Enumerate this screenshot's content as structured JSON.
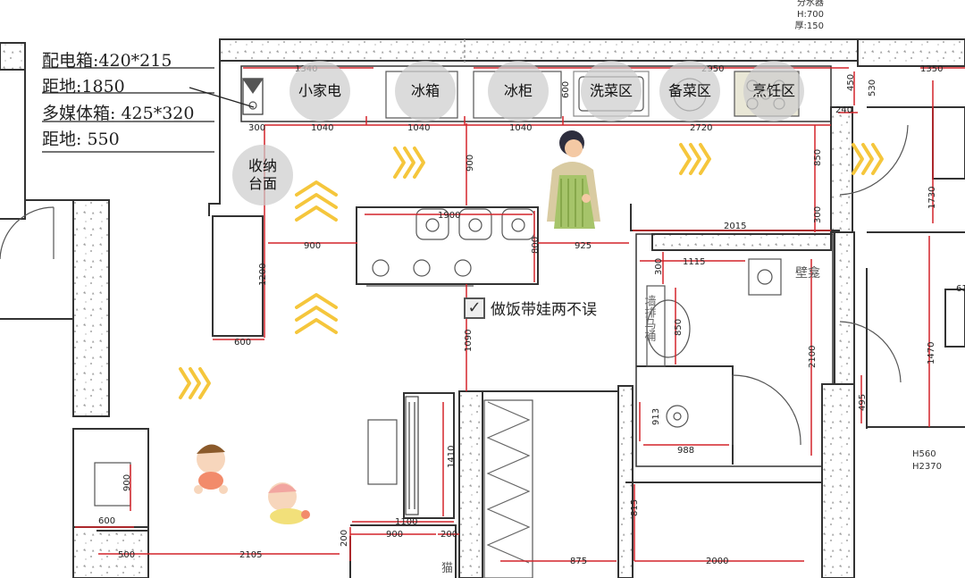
{
  "notes": {
    "line1": "配电箱:420*215",
    "line2": "距地:1850",
    "line3": "多媒体箱: 425*320",
    "line4": "距地: 550"
  },
  "corner_notes": {
    "line1": "分水器",
    "line2": "H:700",
    "line3": "厚:150"
  },
  "zone_labels": {
    "small_appliance": "小家电",
    "fridge": "冰箱",
    "freezer": "冰柜",
    "wash": "洗菜区",
    "prep": "备菜区",
    "cook": "烹饪区",
    "storage_line1": "收纳",
    "storage_line2": "台面"
  },
  "tagline": "做饭带娃两不误",
  "checkmark": "✓",
  "wall_labels": {
    "niche": "壁龛",
    "wall_toilet": "墙排马桶",
    "cat": "猫"
  },
  "side_heights": {
    "h1": "H560",
    "h2": "H2370"
  },
  "dimensions": {
    "d1340": "1340",
    "d2950": "2950",
    "d1350": "1350",
    "d300": "300",
    "d1040a": "1040",
    "d1040b": "1040",
    "d1040c": "1040",
    "d2720": "2720",
    "d600v": "600",
    "d450": "450",
    "d530": "530",
    "d240": "240",
    "d900v": "900",
    "d850": "850",
    "d300v": "300",
    "d1730": "1730",
    "d1900": "1900",
    "d900h": "900",
    "d800": "800",
    "d925": "925",
    "d2015": "2015",
    "d1200": "1200",
    "d600h": "600",
    "d1090": "1090",
    "d1115": "1115",
    "d300b": "300",
    "d850b": "850",
    "d2100": "2100",
    "d1470": "1470",
    "d495": "495",
    "d913": "913",
    "d988": "988",
    "d1410": "1410",
    "d900b": "900",
    "d600b": "600",
    "d1100": "1100",
    "d900c": "900",
    "d200a": "200",
    "d200b": "200",
    "d815": "815",
    "d500": "500",
    "d2105": "2105",
    "d875": "875",
    "d2000": "2000",
    "d61": "61"
  },
  "colors": {
    "wall": "#333333",
    "dimension": "#d4242a",
    "chevron": "#f5c63c",
    "bubble": "#cdcdcd",
    "texture": "#8a8a8a"
  }
}
